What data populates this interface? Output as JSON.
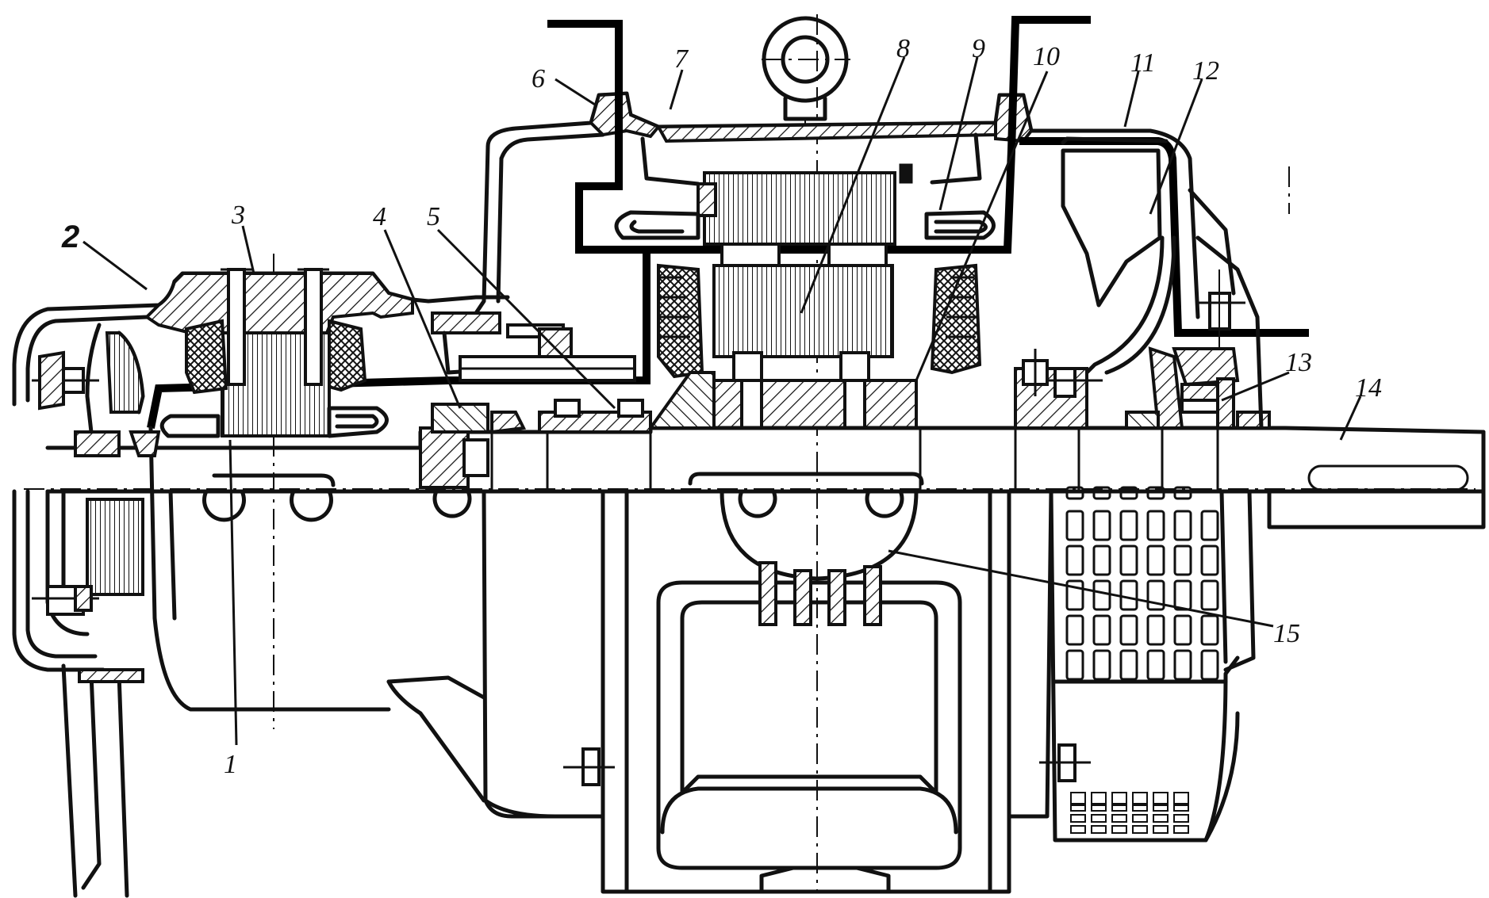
{
  "figure": {
    "labels": [
      {
        "id": "1",
        "text": "1"
      },
      {
        "id": "2",
        "text": "2"
      },
      {
        "id": "3",
        "text": "3"
      },
      {
        "id": "4",
        "text": "4"
      },
      {
        "id": "5",
        "text": "5"
      },
      {
        "id": "6",
        "text": "6"
      },
      {
        "id": "7",
        "text": "7"
      },
      {
        "id": "8",
        "text": "8"
      },
      {
        "id": "9",
        "text": "9"
      },
      {
        "id": "10",
        "text": "10"
      },
      {
        "id": "11",
        "text": "11"
      },
      {
        "id": "12",
        "text": "12"
      },
      {
        "id": "13",
        "text": "13"
      },
      {
        "id": "14",
        "text": "14"
      },
      {
        "id": "15",
        "text": "15"
      }
    ],
    "colors": {
      "ink": "#111111",
      "paper": "#ffffff"
    }
  }
}
